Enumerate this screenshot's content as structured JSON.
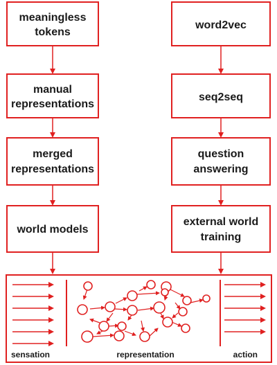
{
  "diagram": {
    "accent_color": "#e02020",
    "left_column": [
      {
        "lines": [
          "meaningless",
          "tokens"
        ]
      },
      {
        "lines": [
          "manual",
          "representations"
        ]
      },
      {
        "lines": [
          "merged",
          "representations"
        ]
      },
      {
        "lines": [
          "world models"
        ]
      }
    ],
    "right_column": [
      {
        "lines": [
          "word2vec"
        ]
      },
      {
        "lines": [
          "seq2seq"
        ]
      },
      {
        "lines": [
          "question",
          "answering"
        ]
      },
      {
        "lines": [
          "external world",
          "training"
        ]
      }
    ],
    "bottom_panel": {
      "sensation_label": "sensation",
      "representation_label": "representation",
      "action_label": "action"
    }
  }
}
